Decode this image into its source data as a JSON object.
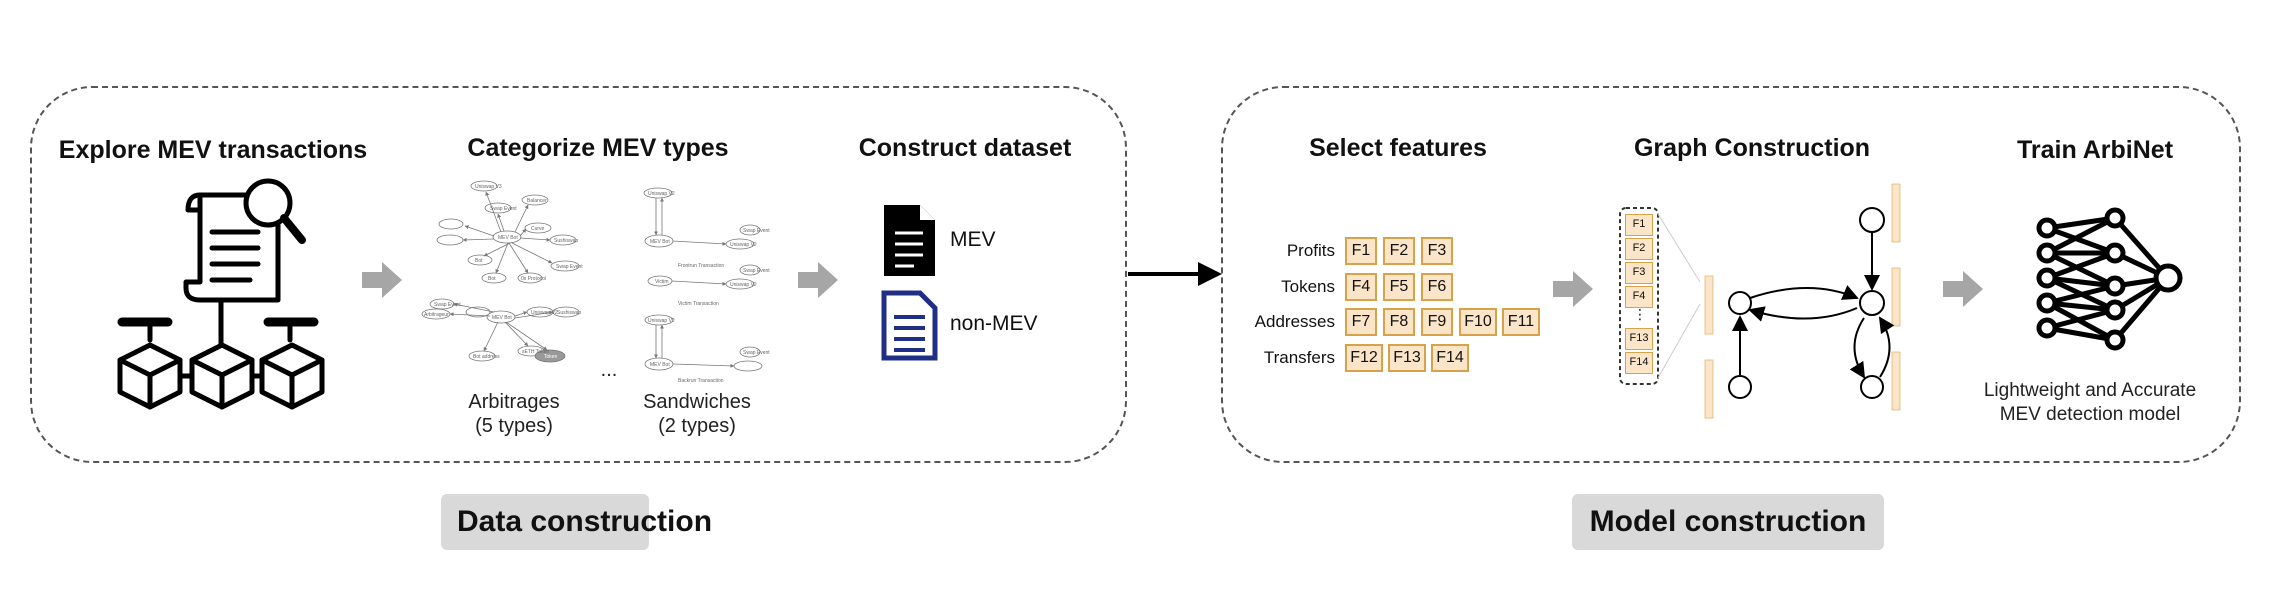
{
  "panels": {
    "data": {
      "steps": [
        {
          "title": "Explore MEV transactions"
        },
        {
          "title": "Categorize MEV types",
          "sub": [
            {
              "line1": "Arbitrages",
              "line2": "(5 types)"
            },
            {
              "line1": "Sandwiches",
              "line2": "(2 types)"
            }
          ],
          "ellipsis": "..."
        },
        {
          "title": "Construct dataset",
          "docs": [
            "MEV",
            "non-MEV"
          ]
        }
      ],
      "stage_label": "Data construction"
    },
    "model": {
      "steps": [
        {
          "title": "Select features"
        },
        {
          "title": "Graph Construction"
        },
        {
          "title": "Train ArbiNet",
          "caption_line1": "Lightweight and Accurate",
          "caption_line2": "MEV detection model"
        }
      ],
      "stage_label": "Model construction"
    }
  },
  "features": [
    {
      "label": "Profits",
      "items": [
        "F1",
        "F2",
        "F3"
      ]
    },
    {
      "label": "Tokens",
      "items": [
        "F4",
        "F5",
        "F6"
      ]
    },
    {
      "label": "Addresses",
      "items": [
        "F7",
        "F8",
        "F9",
        "F10",
        "F11"
      ]
    },
    {
      "label": "Transfers",
      "items": [
        "F12",
        "F13",
        "F14"
      ]
    }
  ],
  "feature_column": [
    "F1",
    "F2",
    "F3",
    "F4",
    "⋮",
    "F13",
    "F14"
  ],
  "mini_graph_labels": {
    "arb_nodes": [
      "MEV Bot",
      "Uniswap V3",
      "Swap Event",
      "Balancer",
      "Curve",
      "Sushiswap",
      "Bot",
      "Bot",
      "0x Protocol",
      "Arbitrageur",
      "MEV Bot",
      "Uniswap V2",
      "Swap Event",
      "Swap Event",
      "Sushiswap",
      "Bot address",
      "sETH Token",
      "Token"
    ],
    "sand_nodes": [
      "Uniswap V2",
      "MEV Bot",
      "Uniswap V2",
      "Swap Event",
      "Victim",
      "Uniswap V2",
      "Swap Event",
      "Uniswap V2",
      "MEV Bot",
      "Swap Event"
    ],
    "sand_captions": [
      "Frontrun Transaction",
      "Victim Transaction",
      "Backrun Transaction"
    ]
  },
  "colors": {
    "arrow_gray": "#a6a6a6",
    "feature_fill": "#fbe5c8",
    "feature_border": "#d9a24a",
    "doc_blue": "#1f2f86",
    "stage_label_bg": "#d9d9d9"
  }
}
